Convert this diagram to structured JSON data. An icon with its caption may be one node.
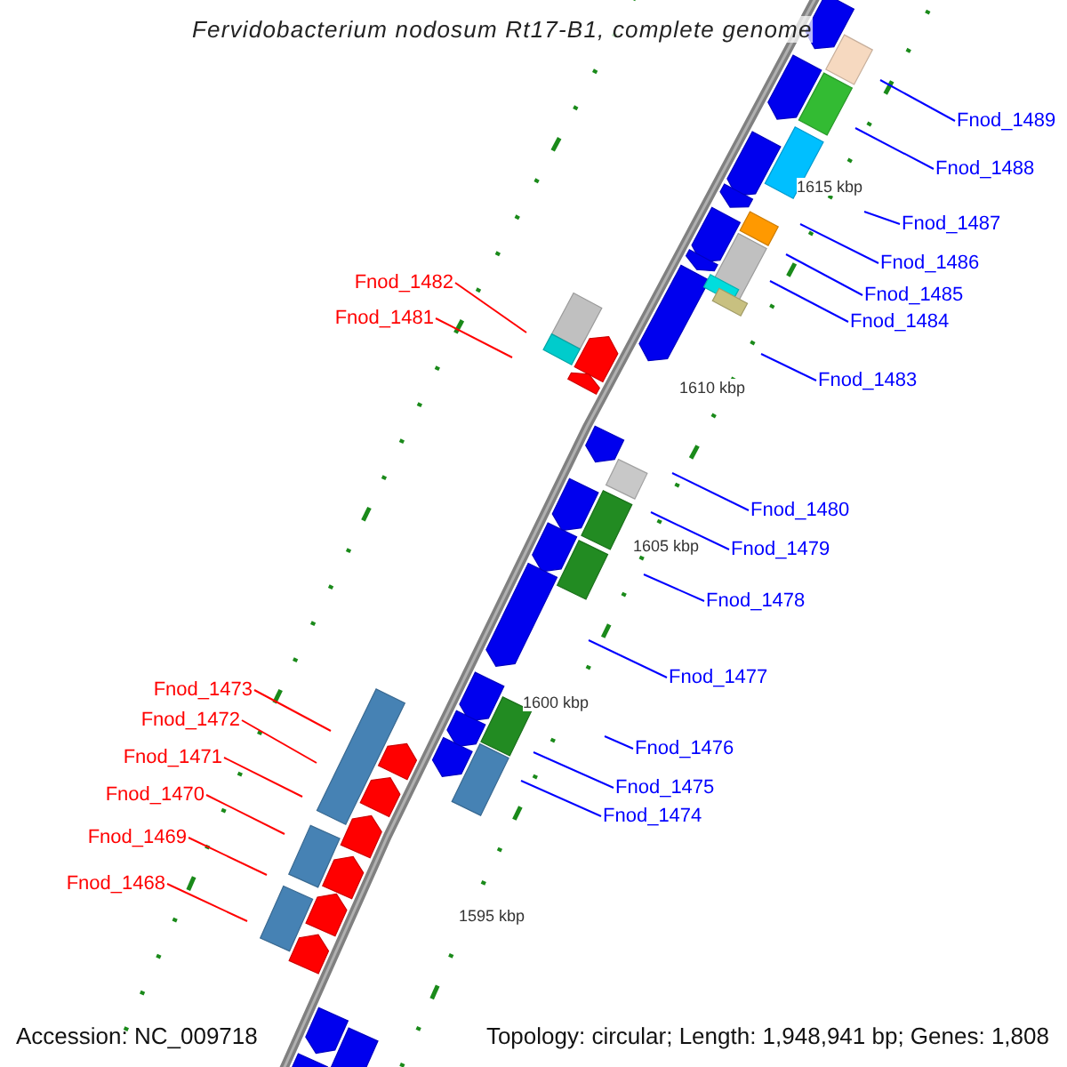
{
  "diagram": {
    "title": "Fervidobacterium nodosum Rt17-B1, complete genome",
    "nodes": [
      {
        "text": [
          "Fnod_1489"
        ]
      },
      {
        "text": [
          "Fnod_1488"
        ]
      },
      {
        "text": [
          "Fnod_1487"
        ]
      },
      {
        "text": [
          "Fnod_1486"
        ]
      },
      {
        "text": [
          "Fnod_1482"
        ]
      },
      {
        "text": [
          "Fnod_1485"
        ]
      },
      {
        "text": [
          "Fnod_1481"
        ]
      },
      {
        "text": [
          "Fnod_1484"
        ]
      },
      {
        "text": [
          "Fnod_1483"
        ]
      },
      {
        "text": [
          "Fnod_1480"
        ]
      },
      {
        "text": [
          "Fnod_1479"
        ]
      },
      {
        "text": [
          "Fnod_1478"
        ]
      },
      {
        "text": [
          "Fnod_1477"
        ]
      },
      {
        "text": [
          "Fnod_1473"
        ]
      },
      {
        "text": [
          "Fnod_1472"
        ]
      },
      {
        "text": [
          "Fnod_1476"
        ]
      },
      {
        "text": [
          "Fnod_1471"
        ]
      },
      {
        "text": [
          "Fnod_1475"
        ]
      },
      {
        "text": [
          "Fnod_1470"
        ]
      },
      {
        "text": [
          "Fnod_1474"
        ]
      },
      {
        "text": [
          "Fnod_1469"
        ]
      },
      {
        "text": [
          "Fnod_1468"
        ]
      }
    ],
    "edges": [
      {
        "from": 0,
        "to": null,
        "arrow": "none"
      },
      {
        "from": 1,
        "to": null,
        "arrow": "none"
      },
      {
        "from": 2,
        "to": null,
        "arrow": "none"
      },
      {
        "from": 3,
        "to": null,
        "arrow": "none"
      },
      {
        "from": 4,
        "to": null,
        "arrow": "none",
        "color": "#ff0000"
      },
      {
        "from": 5,
        "to": null,
        "arrow": "none"
      },
      {
        "from": 6,
        "to": null,
        "arrow": "none",
        "color": "#ff0000"
      },
      {
        "from": 7,
        "to": null,
        "arrow": "none"
      },
      {
        "from": 8,
        "to": null,
        "arrow": "none"
      },
      {
        "from": 9,
        "to": null,
        "arrow": "none"
      },
      {
        "from": 10,
        "to": null,
        "arrow": "none"
      },
      {
        "from": 11,
        "to": null,
        "arrow": "none"
      },
      {
        "from": 12,
        "to": null,
        "arrow": "none"
      },
      {
        "from": 13,
        "to": null,
        "arrow": "none",
        "color": "#ff0000"
      },
      {
        "from": 14,
        "to": null,
        "arrow": "none",
        "color": "#ff0000"
      },
      {
        "from": 15,
        "to": null,
        "arrow": "none"
      },
      {
        "from": 16,
        "to": null,
        "arrow": "none",
        "color": "#ff0000"
      },
      {
        "from": 17,
        "to": null,
        "arrow": "none"
      },
      {
        "from": 18,
        "to": null,
        "arrow": "none",
        "color": "#ff0000"
      },
      {
        "from": 19,
        "to": null,
        "arrow": "none"
      },
      {
        "from": 20,
        "to": null,
        "arrow": "none",
        "color": "#ff0000"
      },
      {
        "from": 21,
        "to": null,
        "arrow": "none",
        "color": "#ff0000"
      }
    ],
    "labels": [
      "1615 kbp",
      "1610 kbp",
      "1605 kbp",
      "1600 kbp",
      "1595 kbp",
      "Accession: NC_009718",
      "Topology: circular; Length: 1,948,941 bp; Genes: 1,808"
    ]
  }
}
